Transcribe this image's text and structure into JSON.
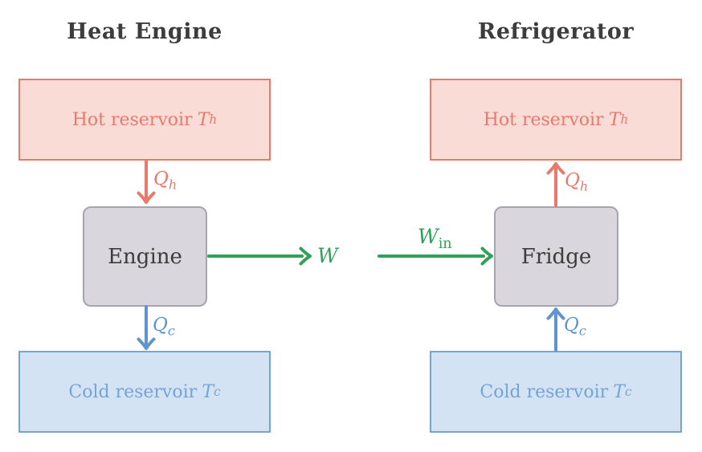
{
  "colors": {
    "background": "#ffffff",
    "red": "#e8796b",
    "red_fill": "#fadcd6",
    "blue": "#5e95ce",
    "blue_border": "#74a4d6",
    "blue_fill": "#d4e3f4",
    "green": "#30a257",
    "gray_fill": "#d9d6de",
    "gray_border": "#a8a3b1",
    "text_dark": "#3d3d3d"
  },
  "left_diagram": {
    "title": "Heat Engine",
    "hot_reservoir": {
      "label": "Hot reservoir",
      "symbol": "T",
      "symbol_sub": "h"
    },
    "process_box": {
      "label": "Engine"
    },
    "cold_reservoir": {
      "label": "Cold reservoir",
      "symbol": "T",
      "symbol_sub": "c"
    },
    "heat_in_label": {
      "symbol": "Q",
      "sub": "h"
    },
    "heat_out_label": {
      "symbol": "Q",
      "sub": "c"
    },
    "work_label": {
      "symbol": "W",
      "sub": ""
    }
  },
  "right_diagram": {
    "title": "Refrigerator",
    "hot_reservoir": {
      "label": "Hot reservoir",
      "symbol": "T",
      "symbol_sub": "h"
    },
    "process_box": {
      "label": "Fridge"
    },
    "cold_reservoir": {
      "label": "Cold reservoir",
      "symbol": "T",
      "symbol_sub": "c"
    },
    "heat_out_label": {
      "symbol": "Q",
      "sub": "h"
    },
    "heat_in_label": {
      "symbol": "Q",
      "sub": "c"
    },
    "work_label": {
      "symbol": "W",
      "sub": "in"
    }
  }
}
